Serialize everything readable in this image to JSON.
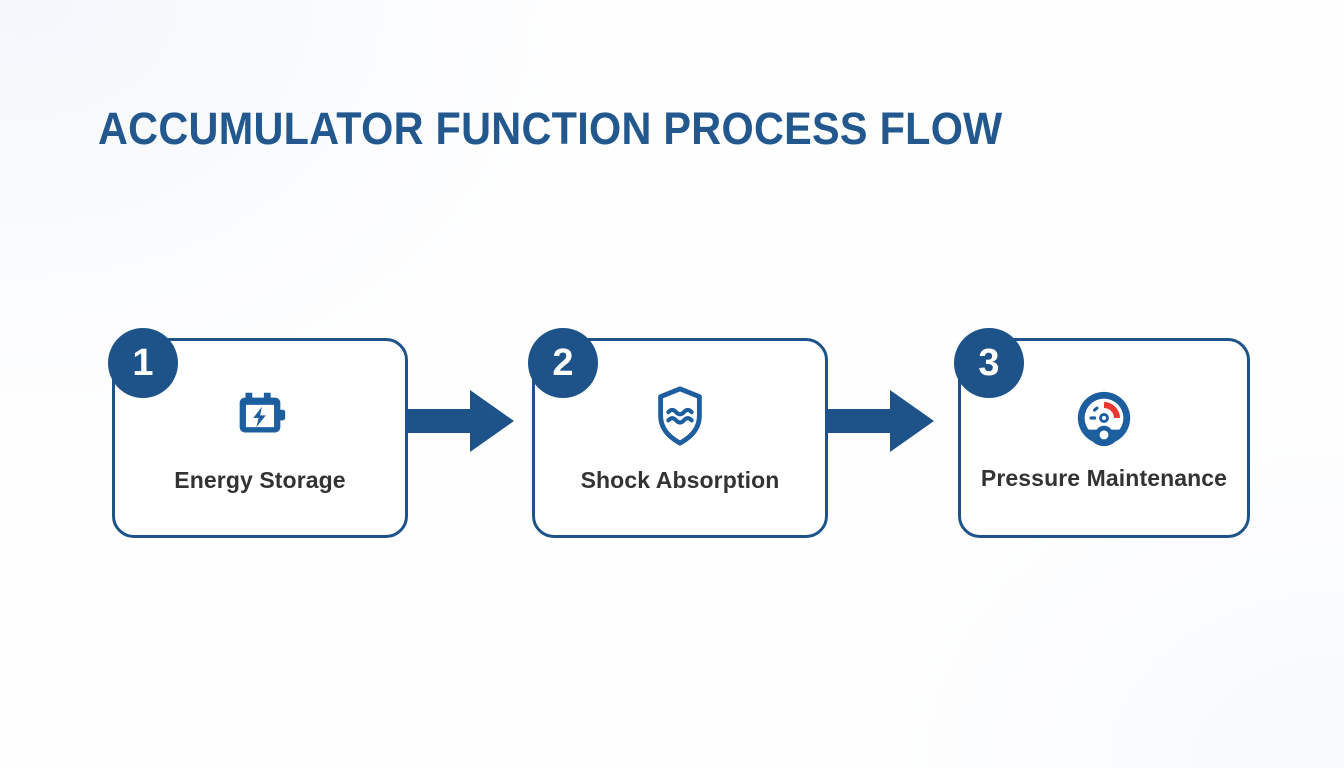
{
  "slide": {
    "title": "ACCUMULATOR FUNCTION PROCESS FLOW",
    "background_color": "#fefeff",
    "accent_color": "#1d5389",
    "icon_color": "#1d5f9e",
    "label_color": "#333336",
    "title_color": "#23588f",
    "alert_color": "#e8382f"
  },
  "steps": [
    {
      "number": "1",
      "label": "Energy Storage",
      "icon": "battery-bolt-icon"
    },
    {
      "number": "2",
      "label": "Shock Absorption",
      "icon": "shield-waves-icon"
    },
    {
      "number": "3",
      "label": "Pressure Maintenance",
      "icon": "pressure-gauge-icon"
    }
  ],
  "connectors": [
    {
      "name": "arrow-step-1-to-2",
      "direction": "right"
    },
    {
      "name": "arrow-step-2-to-3",
      "direction": "right"
    }
  ]
}
